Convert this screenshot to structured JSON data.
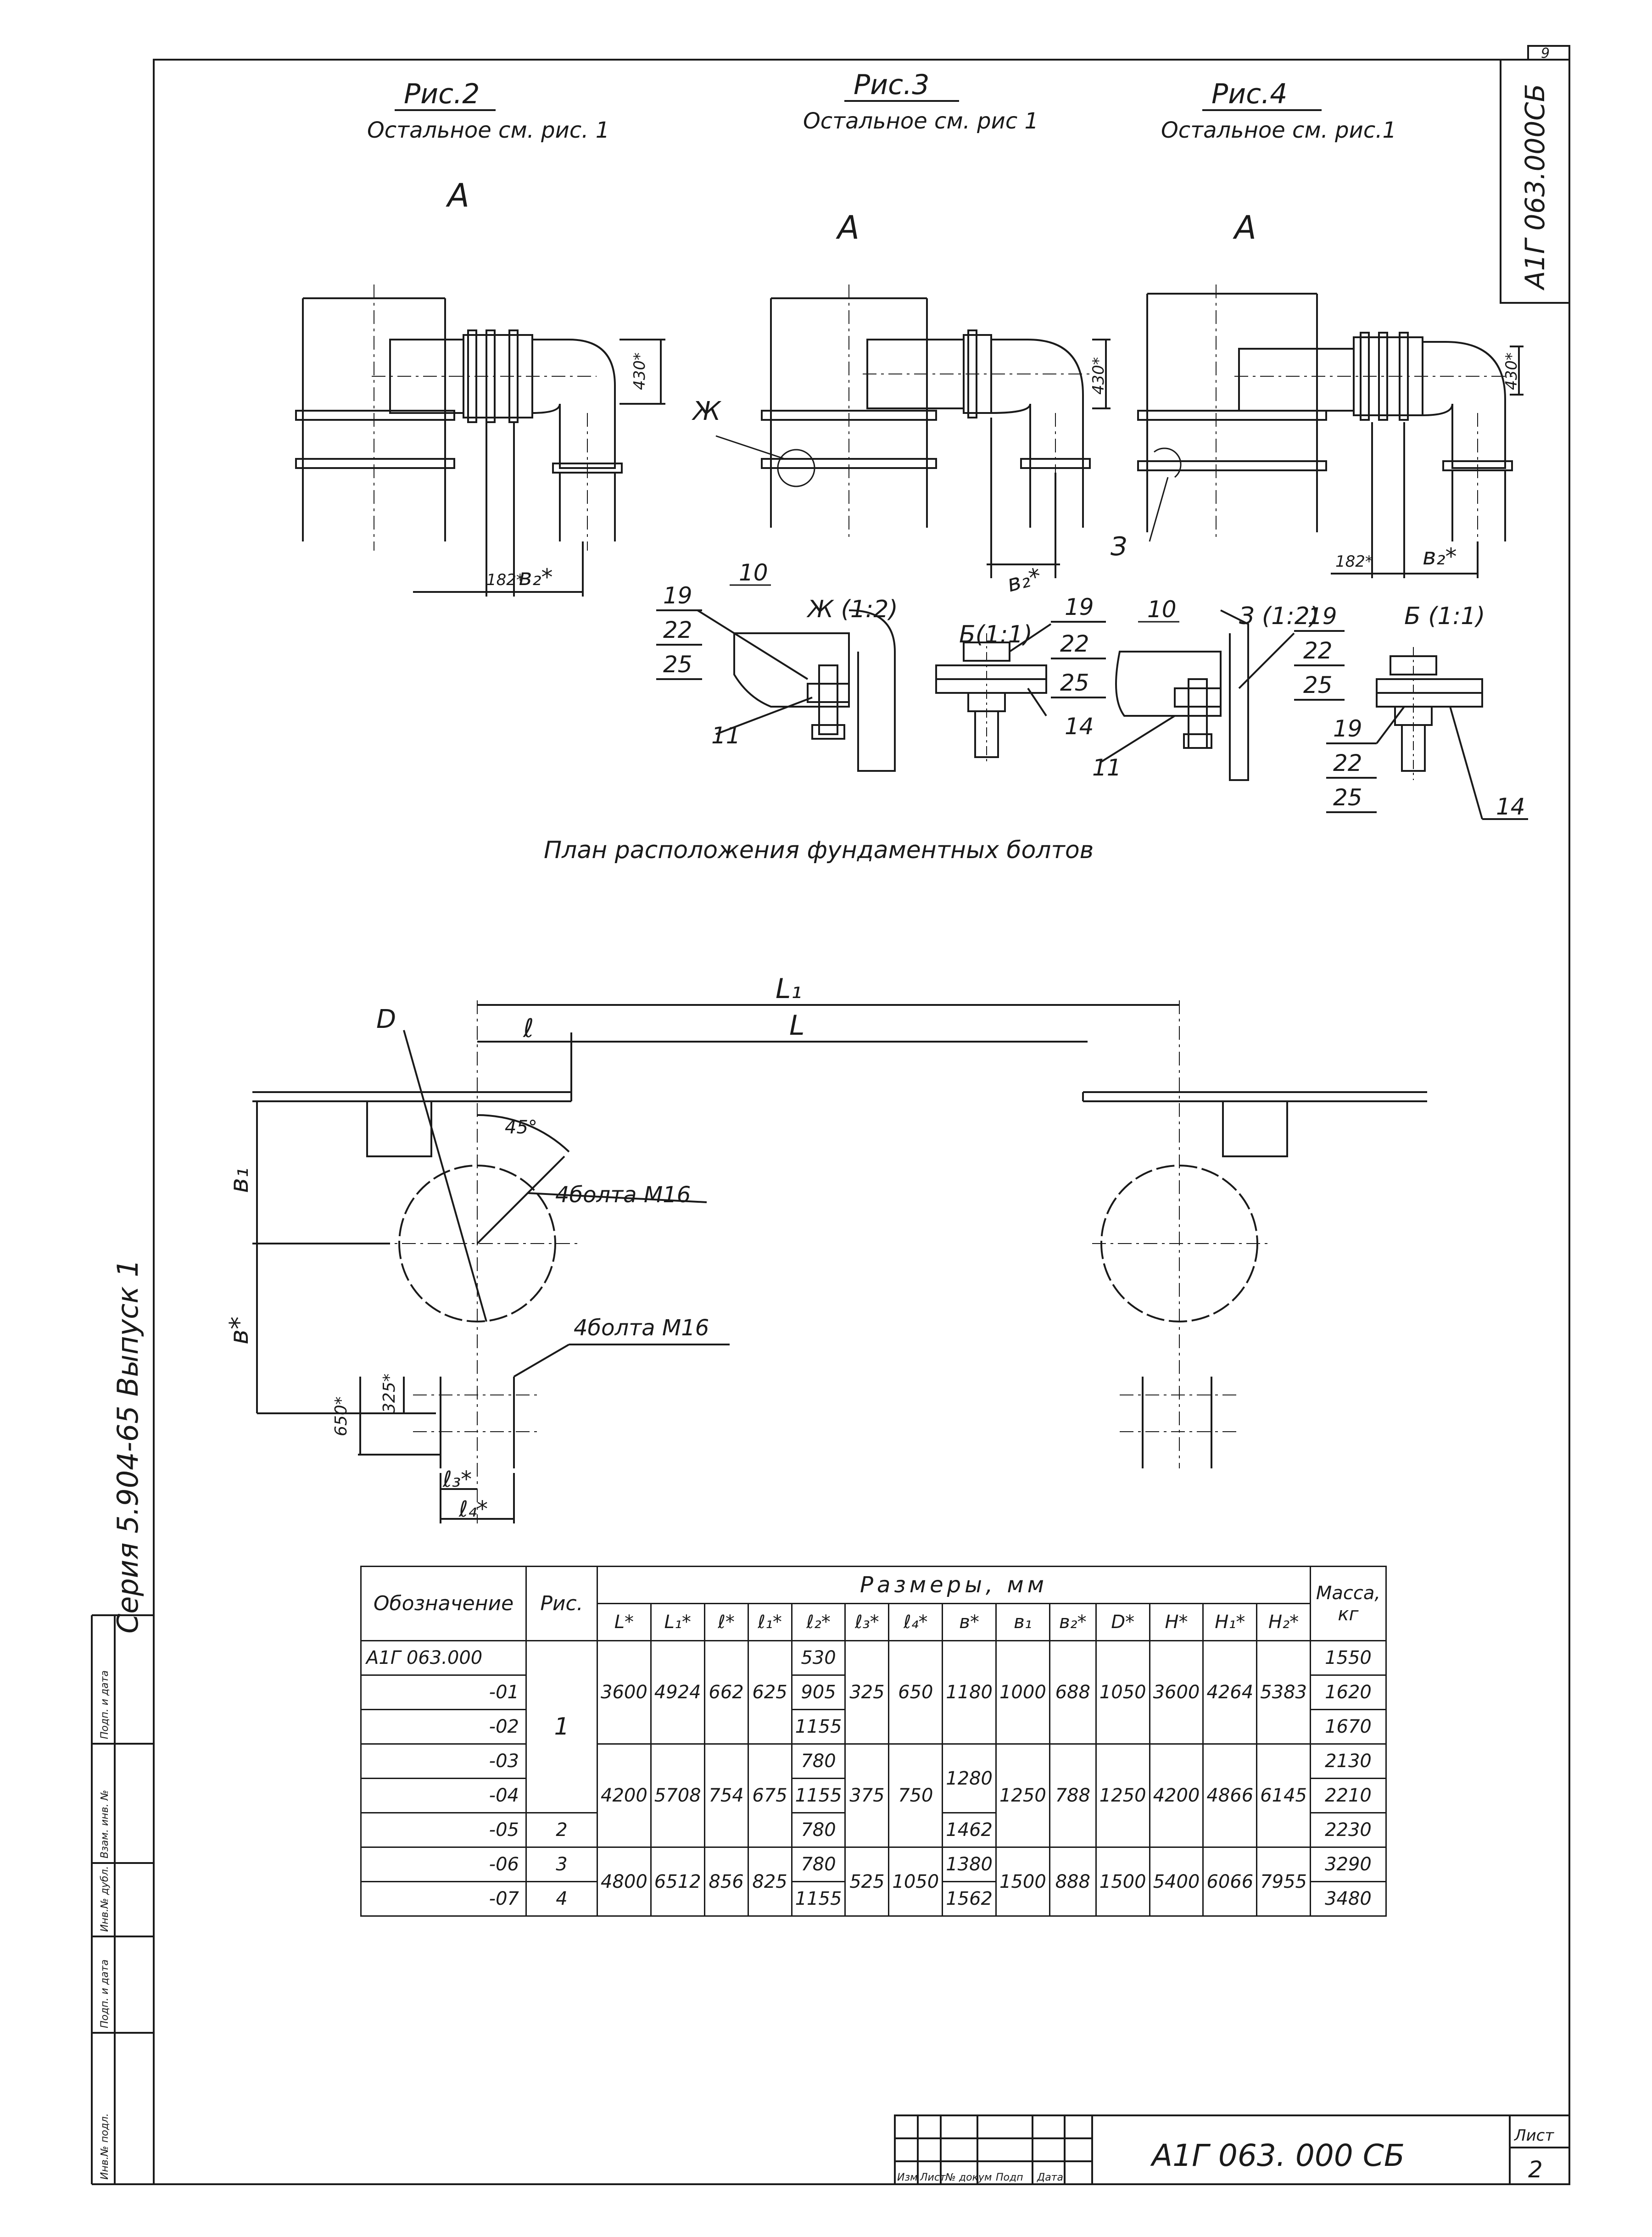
{
  "sheet": {
    "page_number": "9",
    "sheet_label": "Лист",
    "sheet_no": "2",
    "doc_code_vertical": "А1Г 063.000СБ",
    "doc_code": "А1Г 063. 000 СБ",
    "series_vertical": "Серия 5.904-65 Выпуск 1",
    "stamp_cols": [
      "Изм",
      "Лист",
      "№ докум",
      "Подп",
      "Дата"
    ],
    "side_stamp": [
      "Инв.№ подл.",
      "Подп. и дата",
      "Взам. инв. №",
      "Инв.№ дубл.",
      "Подп. и дата"
    ]
  },
  "views": [
    {
      "title": "Рис.2",
      "note": "Остальное см. рис. 1",
      "view_letter": "А",
      "dim_h": "430*",
      "dim_a": "182*",
      "dim_b": "в₂*"
    },
    {
      "title": "Рис.3",
      "note": "Остальное см. рис 1",
      "view_letter": "А",
      "dim_h": "430*",
      "dim_b": "в₂*",
      "callout": "Ж"
    },
    {
      "title": "Рис.4",
      "note": "Остальное см. рис.1",
      "view_letter": "А",
      "dim_h": "430*",
      "dim_a": "182*",
      "dim_b": "в₂*",
      "callout": "З"
    }
  ],
  "details": [
    {
      "title": "Ж (1:2)",
      "labels": [
        "10",
        "19",
        "22",
        "25",
        "11"
      ]
    },
    {
      "title": "Б(1:1)",
      "labels": [
        "19",
        "22",
        "25",
        "14"
      ]
    },
    {
      "title": "З (1:2)",
      "labels": [
        "10",
        "19",
        "22",
        "25",
        "11"
      ]
    },
    {
      "title": "Б (1:1)",
      "labels": [
        "19",
        "22",
        "25",
        "14"
      ]
    }
  ],
  "plan": {
    "title": "План расположения фундаментных болтов",
    "L1": "L₁",
    "L": "L",
    "l": "ℓ",
    "D": "D",
    "angle": "45°",
    "bolts_upper": "4болта М16",
    "bolts_lower": "4болта М16",
    "b1": "в₁",
    "b": "в*",
    "d650": "650*",
    "d325": "325*",
    "l3": "ℓ₃*",
    "l4": "ℓ₄*"
  },
  "table": {
    "col_designation": "Обозначение",
    "col_fig": "Рис.",
    "group_title": "Размеры, мм",
    "col_mass": "Масса, кг",
    "dim_cols": [
      "L*",
      "L₁*",
      "ℓ*",
      "ℓ₁*",
      "ℓ₂*",
      "ℓ₃*",
      "ℓ₄*",
      "в*",
      "в₁",
      "в₂*",
      "D*",
      "H*",
      "H₁*",
      "H₂*"
    ],
    "rows": [
      {
        "designation": "А1Г 063.000",
        "l2": "530",
        "mass": "1550"
      },
      {
        "designation": "-01",
        "l2": "905",
        "mass": "1620"
      },
      {
        "designation": "-02",
        "l2": "1155",
        "mass": "1670"
      },
      {
        "designation": "-03",
        "l2": "780",
        "mass": "2130"
      },
      {
        "designation": "-04",
        "l2": "1155",
        "mass": "2210"
      },
      {
        "designation": "-05",
        "fig": "2",
        "l2": "780",
        "b": "1462",
        "mass": "2230"
      },
      {
        "designation": "-06",
        "fig": "3",
        "l2": "780",
        "b": "1380",
        "mass": "3290"
      },
      {
        "designation": "-07",
        "fig": "4",
        "l2": "1155",
        "b": "1562",
        "mass": "3480"
      }
    ],
    "group1": {
      "fig": "1",
      "L": "3600",
      "L1": "4924",
      "l": "662",
      "l1": "625",
      "l3": "325",
      "l4": "650",
      "b": "1180",
      "b1": "1000",
      "b2": "688",
      "D": "1050",
      "H": "3600",
      "H1": "4264",
      "H2": "5383"
    },
    "group2": {
      "L": "4200",
      "L1": "5708",
      "l": "754",
      "l1": "675",
      "l3": "375",
      "l4": "750",
      "b": "1280",
      "b1": "1250",
      "b2": "788",
      "D": "1250",
      "H": "4200",
      "H1": "4866",
      "H2": "6145"
    },
    "group3": {
      "L": "4800",
      "L1": "6512",
      "l": "856",
      "l1": "825",
      "l3": "525",
      "l4": "1050",
      "b1": "1500",
      "b2": "888",
      "D": "1500",
      "H": "5400",
      "H1": "6066",
      "H2": "7955"
    }
  }
}
